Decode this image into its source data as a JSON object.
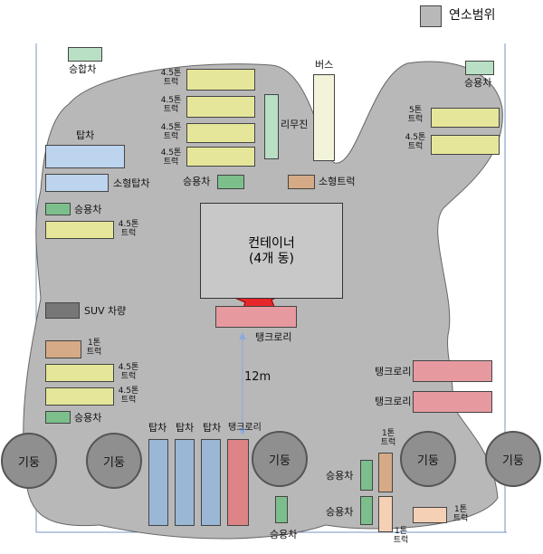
{
  "legend": {
    "label": "연소범위",
    "color": "#b8b8b8"
  },
  "colors": {
    "fire": "#e8252a",
    "burn_area": "#b8b8b8"
  },
  "container": {
    "line1": "컨테이너",
    "line2": "(4개 동)"
  },
  "distance": "12m",
  "pillar": "기둥",
  "vehicles": {
    "top_sedan": "승합차",
    "bus": "버스",
    "limousine": "리무진",
    "truck45": "4.5톤\n트럭",
    "truck5": "5톤\n트럭",
    "sedan": "승용차",
    "small_truck": "소형트럭",
    "tower": "탑차",
    "small_tower": "소형탑차",
    "suv": "SUV 차량",
    "truck1": "1톤\n트럭",
    "tank": "탱크로리"
  }
}
